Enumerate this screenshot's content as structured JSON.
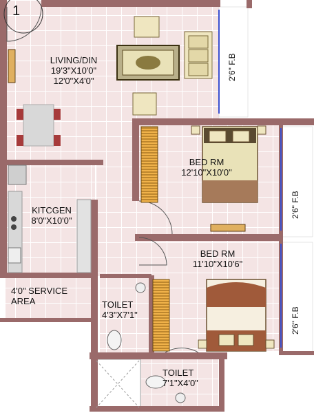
{
  "unit_number": "1",
  "rooms": {
    "living": {
      "name": "LIVING/DIN",
      "dim1": "19'3\"X10'0\"",
      "dim2": "12'0\"X4'0\""
    },
    "bed1": {
      "name": "BED RM",
      "dim": "12'10\"X10'0\""
    },
    "kitchen": {
      "name": "KITCGEN",
      "dim": "8'0\"X10'0\""
    },
    "bed2": {
      "name": "BED RM",
      "dim": "11'10\"X10'6\""
    },
    "service": {
      "name": "4'0\" SERVICE",
      "name2": "AREA"
    },
    "toilet1": {
      "name": "TOILET",
      "dim": "4'3\"X7'1\""
    },
    "toilet2": {
      "name": "TOILET",
      "dim": "7'1\"X4'0\""
    }
  },
  "balconies": {
    "fb1": "2'6\" F.B",
    "fb2": "2'6\" F.B",
    "fb3": "2'6\" F.B"
  },
  "colors": {
    "wall": "#9a6a6a",
    "floor": "#f4e6e6",
    "grid": "#ffffff",
    "window": "#3a4fd0"
  }
}
